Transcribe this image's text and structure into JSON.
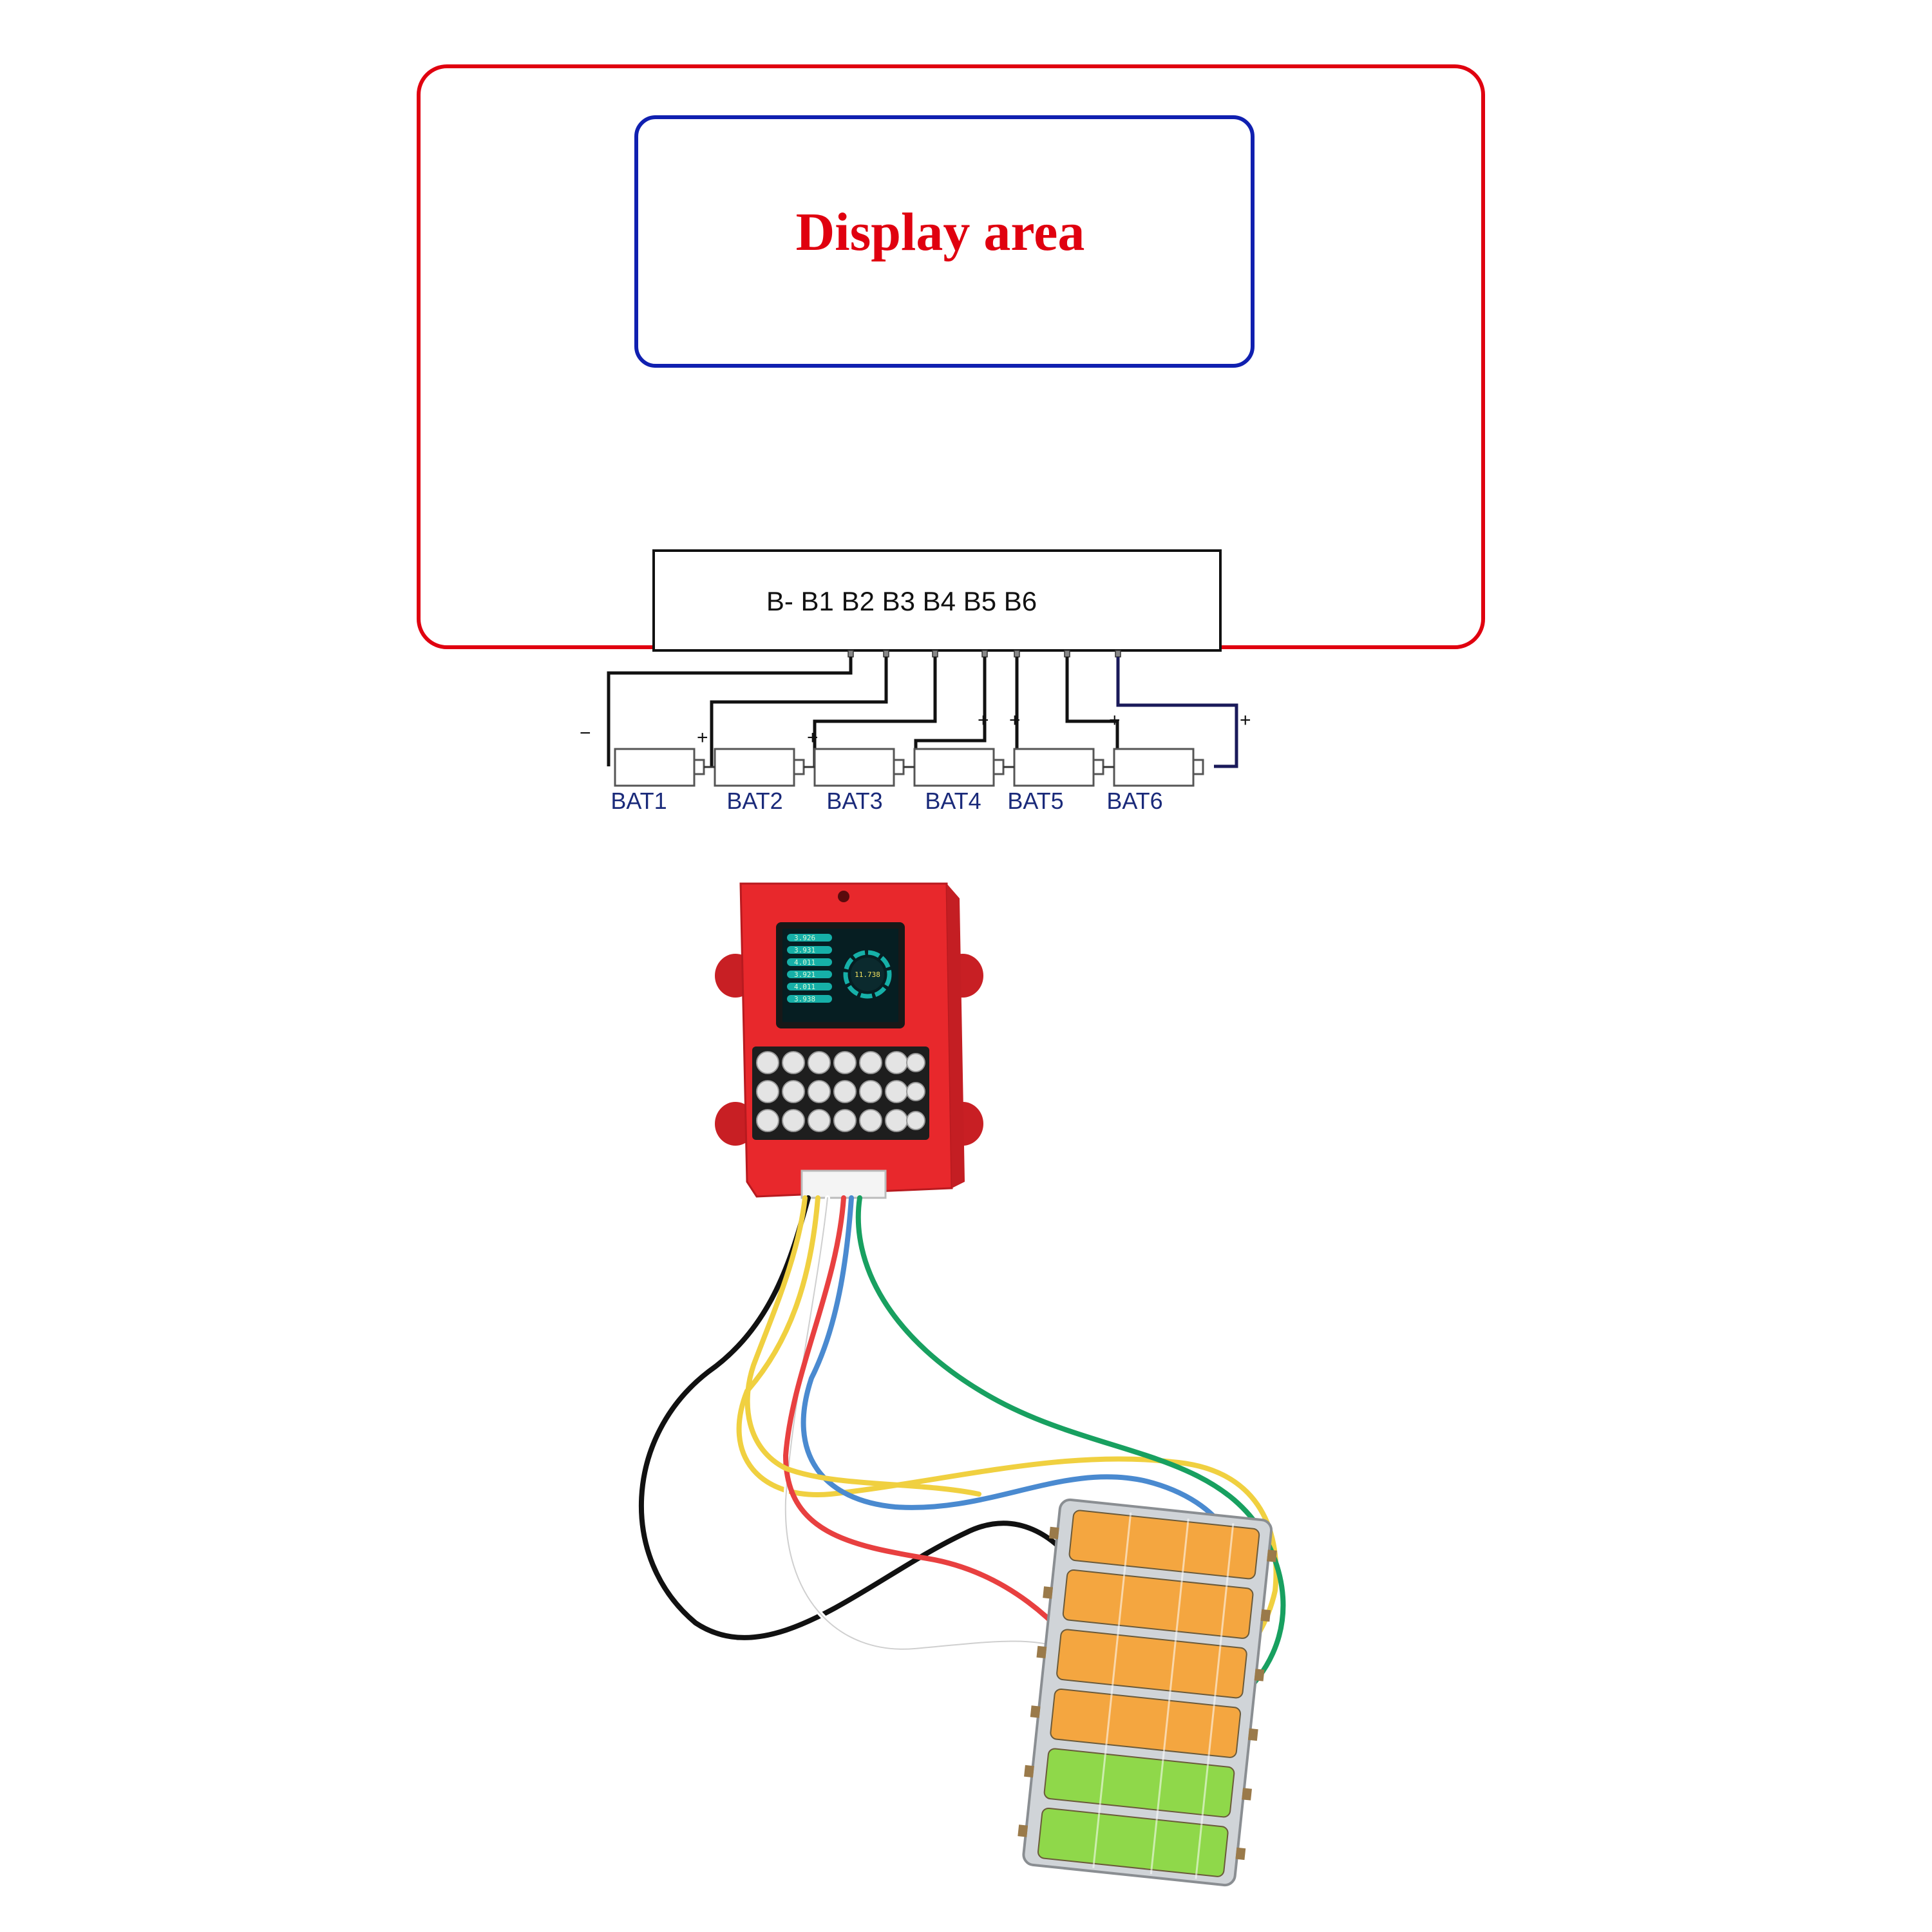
{
  "diagram": {
    "display_label": "Display area",
    "connector_pins": "B- B1 B2 B3 B4 B5 B6",
    "batteries": [
      "BAT1",
      "BAT2",
      "BAT3",
      "BAT4",
      "BAT5",
      "BAT6"
    ],
    "polarity": {
      "minus": "−",
      "plus": "+"
    },
    "colors": {
      "outline": "#e0000f",
      "display_frame": "#1020b0",
      "display_text": "#e0000f",
      "battery_label": "#1a2a7a",
      "wire": "#111111"
    }
  },
  "photo": {
    "device_color": "#e8282c",
    "screen_total": "11.738",
    "screen_rows": [
      "3.926",
      "3.931",
      "4.011",
      "3.921",
      "4.011",
      "3.938"
    ],
    "wire_colors": [
      "#111111",
      "#f0d040",
      "#ffffff",
      "#e84040",
      "#4a8ad0",
      "#18a060"
    ],
    "cell_colors": [
      "#f4a640",
      "#f4a640",
      "#f4a640",
      "#f4a640",
      "#8fd84a",
      "#8fd84a"
    ]
  }
}
